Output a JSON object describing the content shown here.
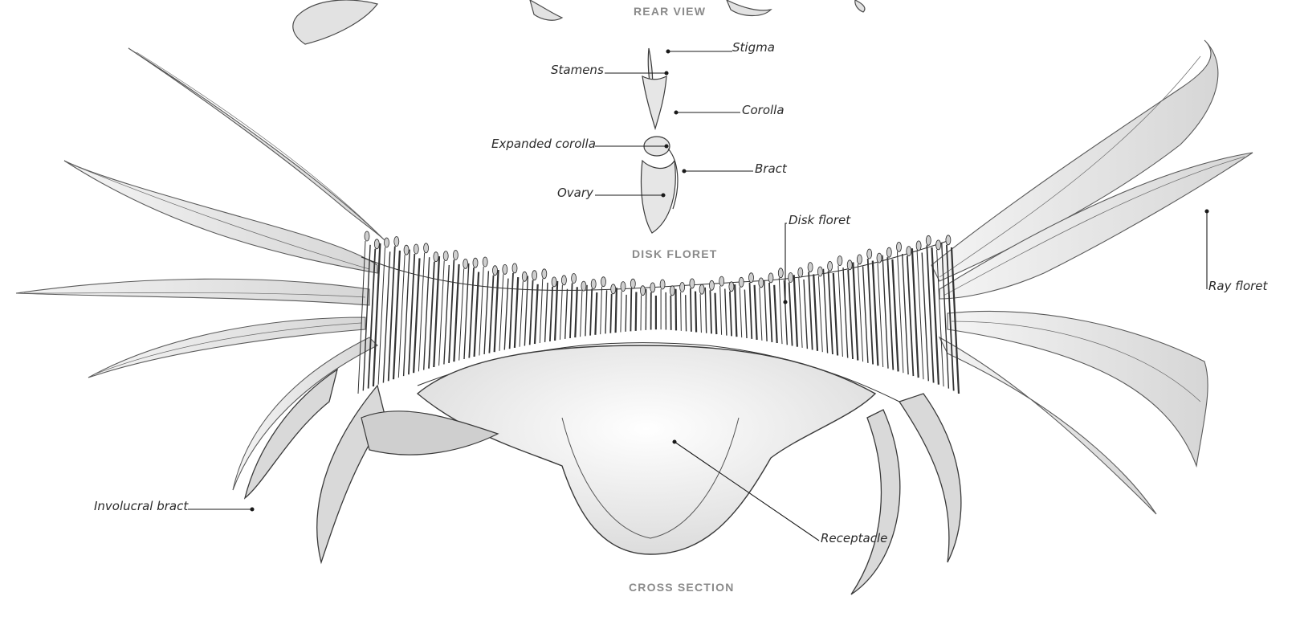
{
  "captions": {
    "rear_view": "REAR VIEW",
    "disk_floret": "DISK FLORET",
    "cross_section": "CROSS SECTION"
  },
  "labels": {
    "stigma": "Stigma",
    "stamens": "Stamens",
    "corolla": "Corolla",
    "expanded_corolla": "Expanded corolla",
    "bract": "Bract",
    "ovary": "Ovary",
    "disk_floret": "Disk floret",
    "ray_floret": "Ray floret",
    "involucral_bract": "Involucral bract",
    "receptacle": "Receptacle"
  },
  "colors": {
    "ink": "#3a3a3a",
    "caption": "#8a8a8a",
    "leader": "#1a1a1a"
  }
}
